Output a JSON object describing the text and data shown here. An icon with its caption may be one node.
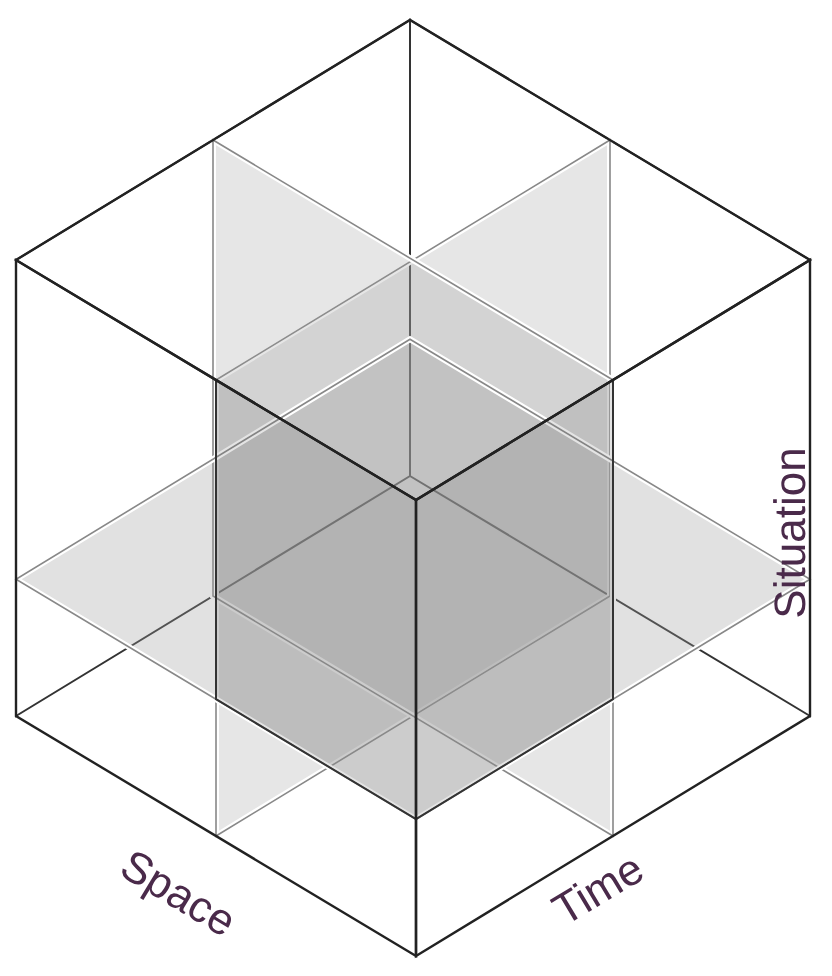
{
  "diagram": {
    "labels": [
      "Space",
      "Time",
      "Situation"
    ]
  }
}
